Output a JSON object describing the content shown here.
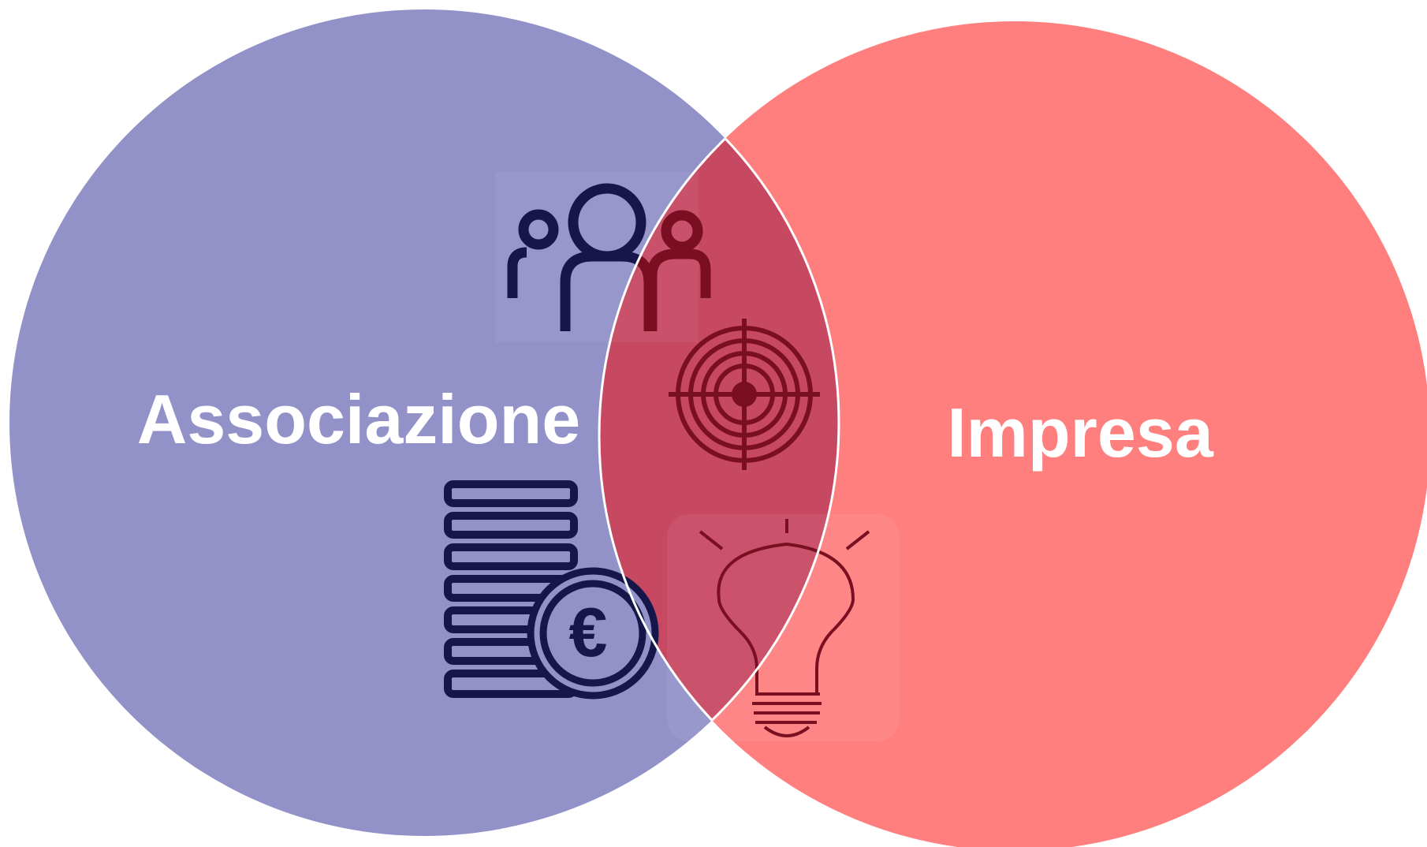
{
  "diagram": {
    "type": "venn",
    "sets": [
      {
        "id": "left",
        "label": "Associazione",
        "color": "#9292c9"
      },
      {
        "id": "right",
        "label": "Impresa",
        "color": "#ff7f7f"
      }
    ],
    "overlap_color": "#c74861",
    "outline_color": "#ffffff",
    "icons": [
      {
        "name": "people-group-icon",
        "color_left": "#16164a",
        "color_right": "#7a0f22"
      },
      {
        "name": "target-icon",
        "color": "#7a0f22"
      },
      {
        "name": "coins-euro-icon",
        "color": "#16164a",
        "symbol": "€"
      },
      {
        "name": "lightbulb-icon",
        "color": "#7a0f22"
      }
    ]
  }
}
